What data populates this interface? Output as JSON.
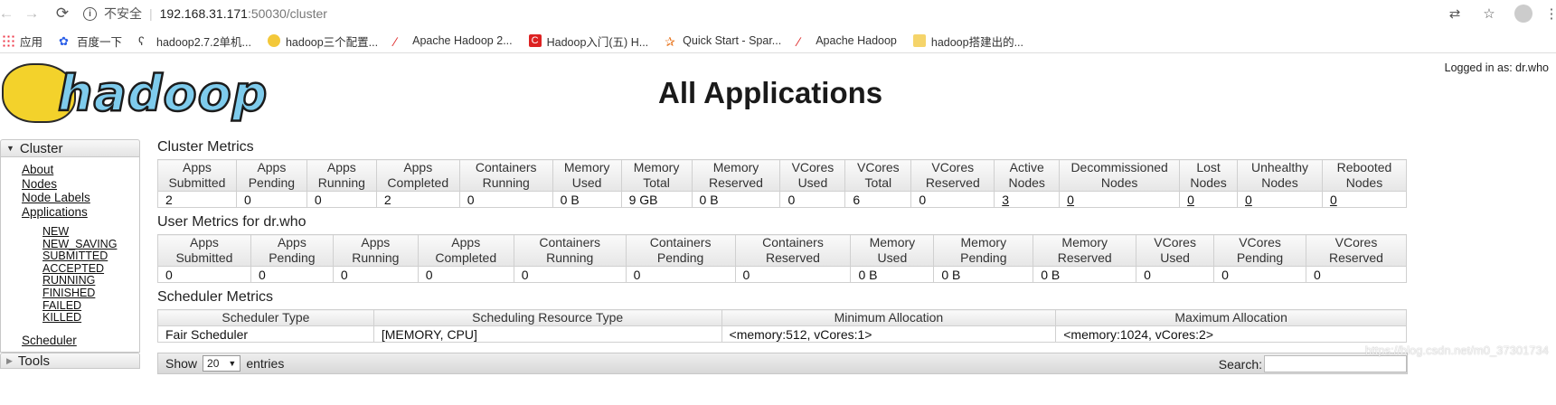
{
  "browser": {
    "insecure_label": "不安全",
    "url_host": "192.168.31.171",
    "url_path": ":50030/cluster",
    "bookmarks": [
      "应用",
      "百度一下",
      "hadoop2.7.2单机...",
      "hadoop三个配置...",
      "Apache Hadoop 2...",
      "Hadoop入门(五) H...",
      "Quick Start - Spar...",
      "Apache Hadoop",
      "hadoop搭建出的..."
    ]
  },
  "header": {
    "logo_text": "hadoop",
    "title": "All Applications",
    "logged_in": "Logged in as: dr.who"
  },
  "sidebar": {
    "cluster_label": "Cluster",
    "links": [
      "About",
      "Nodes",
      "Node Labels",
      "Applications"
    ],
    "app_states": [
      "NEW",
      "NEW_SAVING",
      "SUBMITTED",
      "ACCEPTED",
      "RUNNING",
      "FINISHED",
      "FAILED",
      "KILLED"
    ],
    "scheduler": "Scheduler",
    "tools_label": "Tools"
  },
  "cluster_metrics": {
    "title": "Cluster Metrics",
    "headers": [
      [
        "Apps",
        "Submitted"
      ],
      [
        "Apps",
        "Pending"
      ],
      [
        "Apps",
        "Running"
      ],
      [
        "Apps",
        "Completed"
      ],
      [
        "Containers",
        "Running"
      ],
      [
        "Memory",
        "Used"
      ],
      [
        "Memory",
        "Total"
      ],
      [
        "Memory",
        "Reserved"
      ],
      [
        "VCores",
        "Used"
      ],
      [
        "VCores",
        "Total"
      ],
      [
        "VCores",
        "Reserved"
      ],
      [
        "Active",
        "Nodes"
      ],
      [
        "Decommissioned",
        "Nodes"
      ],
      [
        "Lost",
        "Nodes"
      ],
      [
        "Unhealthy",
        "Nodes"
      ],
      [
        "Rebooted",
        "Nodes"
      ]
    ],
    "values": [
      "2",
      "0",
      "0",
      "2",
      "0",
      "0 B",
      "9 GB",
      "0 B",
      "0",
      "6",
      "0",
      "3",
      "0",
      "0",
      "0",
      "0"
    ]
  },
  "user_metrics": {
    "title": "User Metrics for dr.who",
    "headers": [
      [
        "Apps",
        "Submitted"
      ],
      [
        "Apps",
        "Pending"
      ],
      [
        "Apps",
        "Running"
      ],
      [
        "Apps",
        "Completed"
      ],
      [
        "Containers",
        "Running"
      ],
      [
        "Containers",
        "Pending"
      ],
      [
        "Containers",
        "Reserved"
      ],
      [
        "Memory",
        "Used"
      ],
      [
        "Memory",
        "Pending"
      ],
      [
        "Memory",
        "Reserved"
      ],
      [
        "VCores",
        "Used"
      ],
      [
        "VCores",
        "Pending"
      ],
      [
        "VCores",
        "Reserved"
      ]
    ],
    "values": [
      "0",
      "0",
      "0",
      "0",
      "0",
      "0",
      "0",
      "0 B",
      "0 B",
      "0 B",
      "0",
      "0",
      "0"
    ]
  },
  "scheduler_metrics": {
    "title": "Scheduler Metrics",
    "headers": [
      "Scheduler Type",
      "Scheduling Resource Type",
      "Minimum Allocation",
      "Maximum Allocation"
    ],
    "values": [
      "Fair Scheduler",
      "[MEMORY, CPU]",
      "<memory:512, vCores:1>",
      "<memory:1024, vCores:2>"
    ]
  },
  "table_controls": {
    "show_label": "Show",
    "entries_value": "20",
    "entries_label": "entries",
    "search_label": "Search:"
  },
  "watermark": "https://blog.csdn.net/m0_37301734"
}
